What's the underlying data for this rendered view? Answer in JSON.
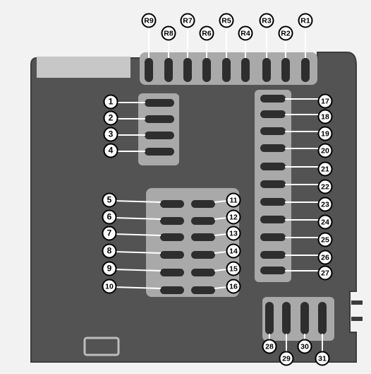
{
  "colors": {
    "background": "#f2f2f2",
    "housing": "#535353",
    "housing_edge": "#3c3c3c",
    "tray": "#a9a9a9",
    "tray_light": "#c2c2c2",
    "fuse": "#2e2e2e",
    "fuse_hi": "#4a4a4a",
    "label_fill": "#ffffff",
    "label_stroke": "#000000",
    "leader": "#ffffff"
  },
  "relays": {
    "labels": [
      "R9",
      "R8",
      "R7",
      "R6",
      "R5",
      "R4",
      "R3",
      "R2",
      "R1"
    ]
  },
  "fuses": {
    "top_left_group": [
      "1",
      "2",
      "3",
      "4"
    ],
    "center_left_column": [
      "5",
      "6",
      "7",
      "8",
      "9",
      "10"
    ],
    "center_right_column": [
      "11",
      "12",
      "13",
      "14",
      "15",
      "16"
    ],
    "right_column": [
      "17",
      "18",
      "19",
      "20",
      "21",
      "22",
      "23",
      "24",
      "25",
      "26",
      "27"
    ],
    "bottom_right_group": [
      "28",
      "29",
      "30",
      "31"
    ]
  }
}
